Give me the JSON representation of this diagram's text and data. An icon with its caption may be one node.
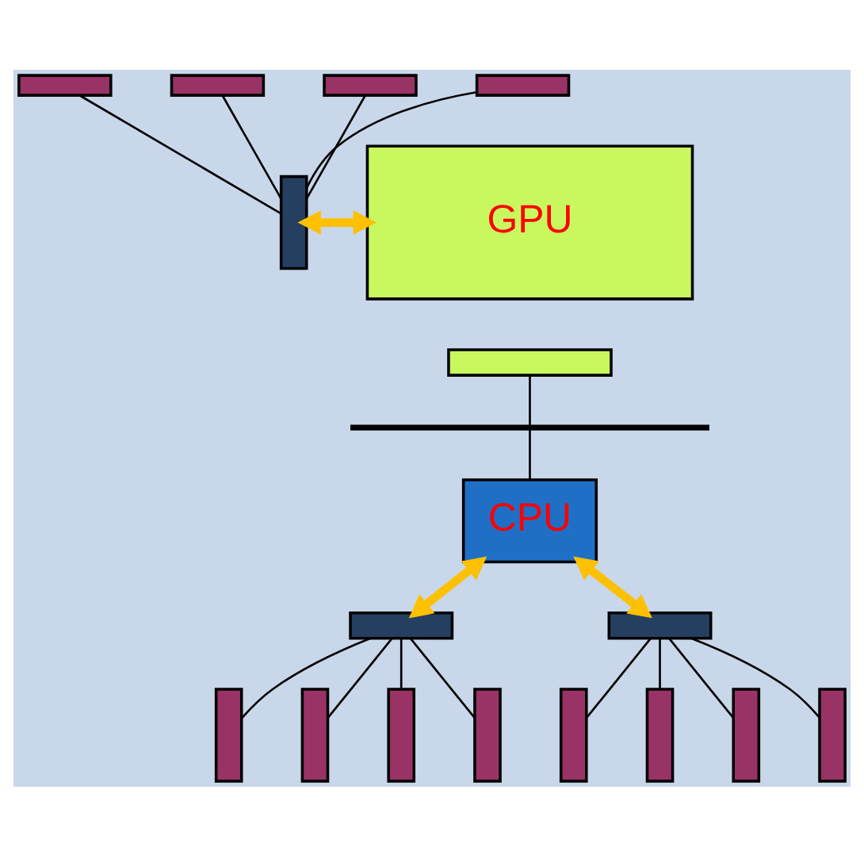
{
  "diagram": {
    "nodes": [
      {
        "text": [],
        "shape": "bar"
      },
      {
        "text": [],
        "shape": "bar"
      },
      {
        "text": [],
        "shape": "bar"
      },
      {
        "text": [],
        "shape": "bar"
      },
      {
        "text": [],
        "shape": "bar"
      },
      {
        "text": [
          "GPU"
        ]
      },
      {
        "text": [],
        "shape": "bar"
      },
      {
        "text": [],
        "shape": "bar"
      },
      {
        "text": [
          "CPU"
        ]
      },
      {
        "text": [],
        "shape": "bar"
      },
      {
        "text": [],
        "shape": "bar"
      },
      {
        "text": [],
        "shape": "bar"
      },
      {
        "text": [],
        "shape": "bar"
      },
      {
        "text": [],
        "shape": "bar"
      },
      {
        "text": [],
        "shape": "bar"
      },
      {
        "text": [],
        "shape": "bar"
      },
      {
        "text": [],
        "shape": "bar"
      },
      {
        "text": [],
        "shape": "bar"
      },
      {
        "text": [],
        "shape": "bar"
      }
    ],
    "edges": [
      {
        "from": 0,
        "to": 4,
        "arrow": "none"
      },
      {
        "from": 1,
        "to": 4,
        "arrow": "none"
      },
      {
        "from": 2,
        "to": 4,
        "arrow": "none"
      },
      {
        "from": 3,
        "to": 4,
        "arrow": "none"
      },
      {
        "from": 4,
        "to": 5,
        "arrow": "both",
        "style": "thick",
        "color": "#ffc000"
      },
      {
        "from": 6,
        "to": 7,
        "arrow": "none"
      },
      {
        "from": 7,
        "to": 8,
        "arrow": "none"
      },
      {
        "from": 8,
        "to": 9,
        "arrow": "both",
        "style": "thick",
        "color": "#ffc000"
      },
      {
        "from": 8,
        "to": 10,
        "arrow": "both",
        "style": "thick",
        "color": "#ffc000"
      },
      {
        "from": 9,
        "to": 11,
        "arrow": "none"
      },
      {
        "from": 9,
        "to": 12,
        "arrow": "none"
      },
      {
        "from": 9,
        "to": 13,
        "arrow": "none"
      },
      {
        "from": 9,
        "to": 14,
        "arrow": "none"
      },
      {
        "from": 10,
        "to": 15,
        "arrow": "none"
      },
      {
        "from": 10,
        "to": 16,
        "arrow": "none"
      },
      {
        "from": 10,
        "to": 17,
        "arrow": "none"
      },
      {
        "from": 10,
        "to": 18,
        "arrow": "none"
      }
    ]
  }
}
